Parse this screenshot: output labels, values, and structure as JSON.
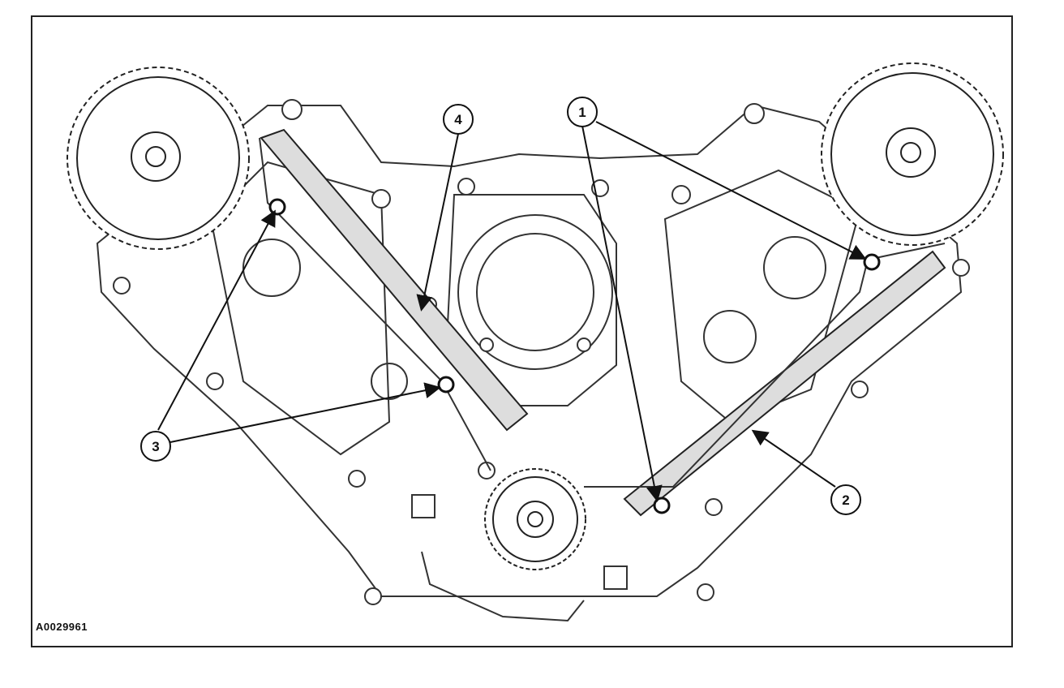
{
  "figure": {
    "id_label": "A0029961",
    "callouts": [
      {
        "label": "1"
      },
      {
        "label": "2"
      },
      {
        "label": "3"
      },
      {
        "label": "4"
      }
    ]
  }
}
